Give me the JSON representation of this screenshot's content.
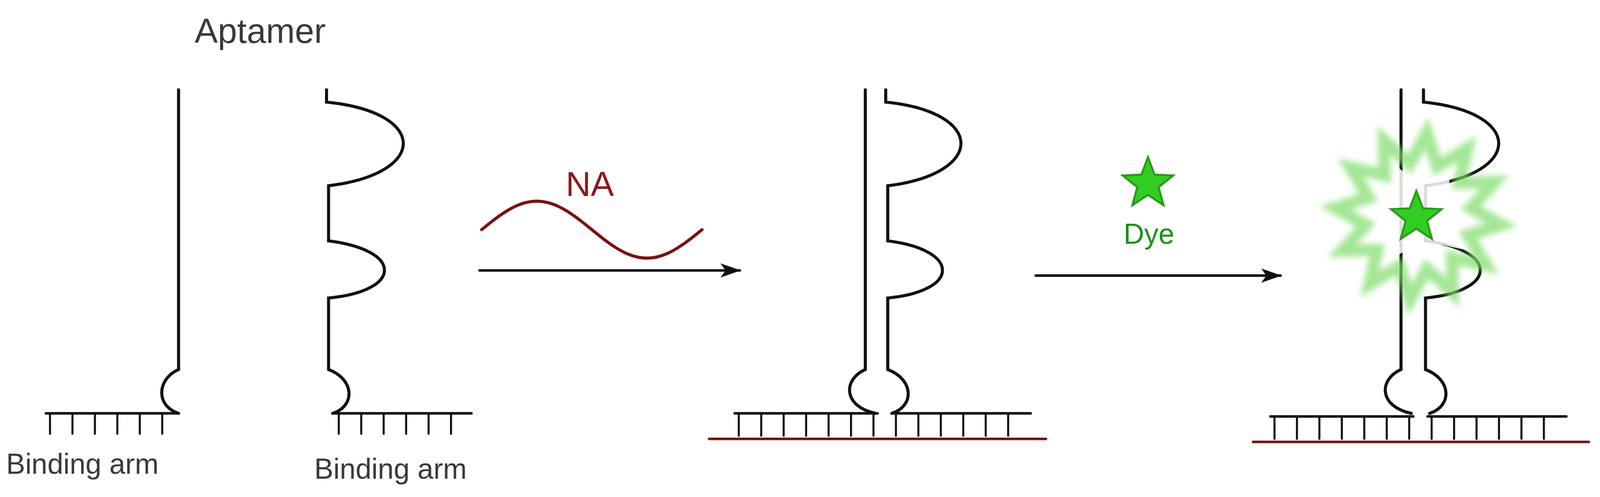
{
  "diagram": {
    "labels": [
      "Aptamer",
      "Binding arm",
      "Binding arm",
      "NA",
      "Dye"
    ]
  }
}
